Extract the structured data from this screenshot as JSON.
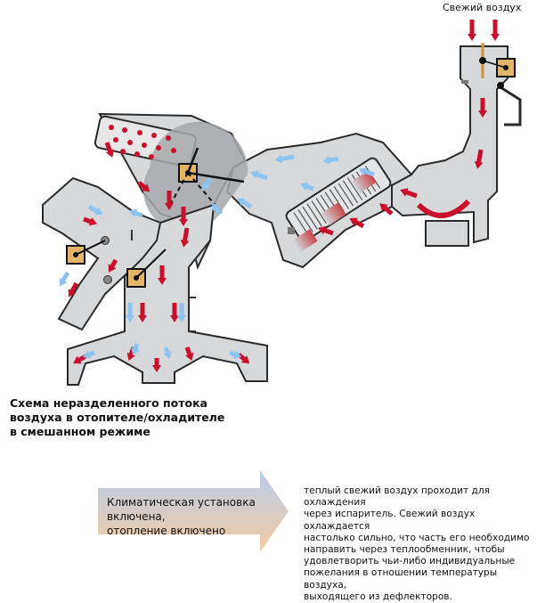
{
  "labels": {
    "fresh_air": "Свежий воздух"
  },
  "caption": {
    "lines": [
      "Схема неразделенного потока",
      "воздуха в отопителе/охладителе",
      "в смешанном режиме"
    ]
  },
  "mode": {
    "lines": [
      "Климатическая установка",
      "включена,",
      "отопление включено"
    ]
  },
  "description": {
    "lines": [
      "теплый свежий воздух проходит для охлаждения",
      "через испаритель. Свежий воздух охлаждается",
      "настолько сильно, что часть его необходимо",
      "направить через теплообменник, чтобы",
      "удовлетворить чьи-либо индивидуальные",
      "пожелания в отношении температуры воздуха,",
      "выходящего из дефлекторов."
    ]
  },
  "colors": {
    "duct_fill": "#d7d8da",
    "duct_stroke": "#2b2b2b",
    "warm_arrow": "#c8102e",
    "cold_arrow": "#8fc3ee",
    "flap": "#e2b568",
    "blend_zone": "#a7a8aa"
  }
}
